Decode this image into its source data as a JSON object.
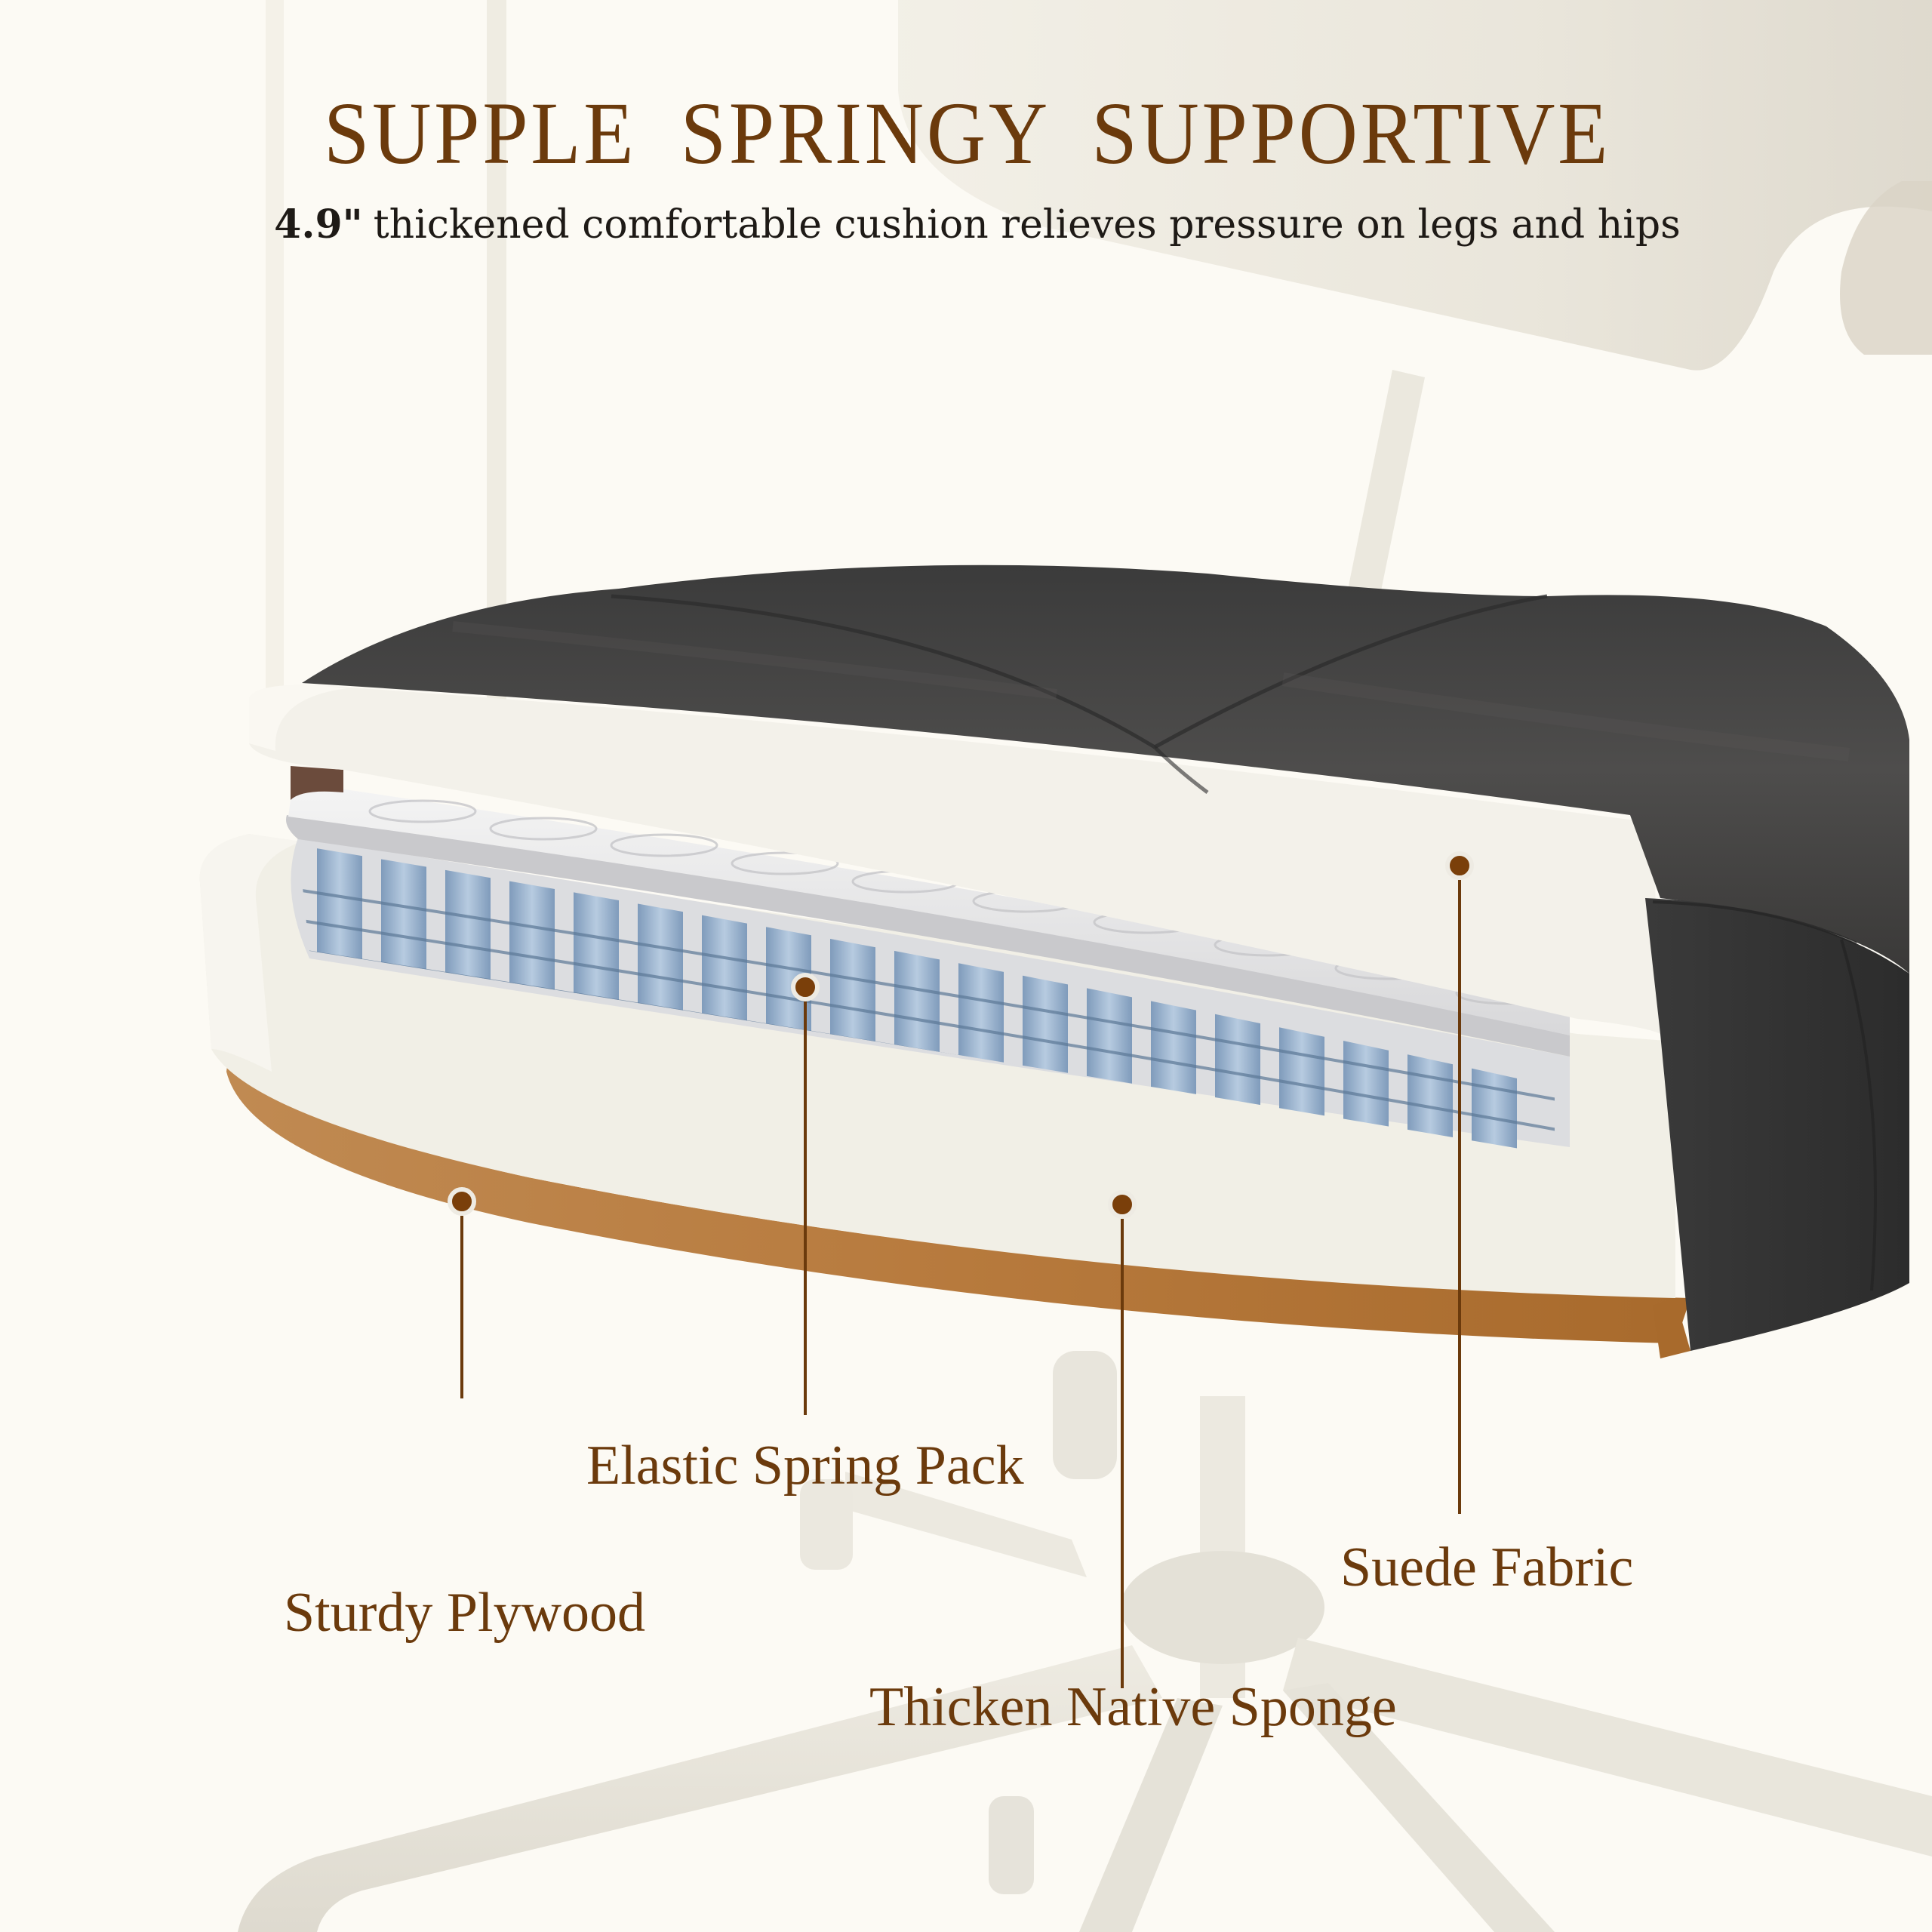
{
  "header": {
    "title": "SUPPLE  SPRINGY  SUPPORTIVE",
    "subtitle_emphasis": "4.9\"",
    "subtitle_text": "thickened comfortable cushion relieves pressure on legs and hips"
  },
  "callouts": [
    {
      "id": "suede-fabric",
      "label": "Suede Fabric"
    },
    {
      "id": "elastic-spring-pack",
      "label": "Elastic Spring Pack"
    },
    {
      "id": "thicken-native-sponge",
      "label": "Thicken Native Sponge"
    },
    {
      "id": "sturdy-plywood",
      "label": "Sturdy Plywood"
    }
  ],
  "colors": {
    "background": "#fcfaf4",
    "accent_brown": "#6b3a0c",
    "text_dark": "#1e1a16",
    "suede_gray": "#4a4a4a",
    "sponge_white": "#f1efe6",
    "spring_blue": "#8fa9c4",
    "plywood": "#b67a3c"
  }
}
